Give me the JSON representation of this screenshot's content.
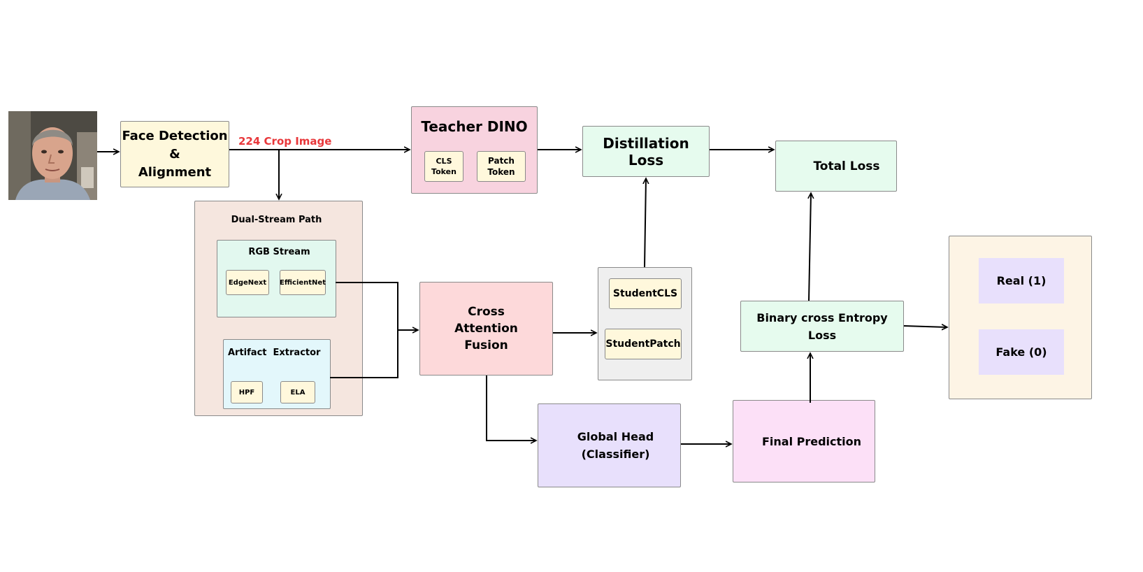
{
  "colors": {
    "face_detection": "#fef8dc",
    "teacher": "#f8d3df",
    "loss_green": "#e6fbee",
    "dual_stream": "#f5e6df",
    "rgb": "#e2f8ef",
    "artifact": "#e3f7fb",
    "token": "#fff8dc",
    "fusion": "#fdd9da",
    "student_group": "#efefef",
    "global_head": "#e8e0fc",
    "final_prediction": "#fce0f7",
    "output_group": "#fdf4e5",
    "label_box": "#e8e0fc",
    "crop_label": "#e8383b"
  },
  "input_photo": {
    "icon": "face-photo"
  },
  "face_detection": {
    "label": "Face Detection\n&\nAlignment"
  },
  "crop_label": "224 Crop Image",
  "teacher": {
    "title": "Teacher DINO",
    "tokens": [
      "CLS\nToken",
      "Patch\nToken"
    ]
  },
  "distillation_loss": "Distillation Loss",
  "total_loss": "Total Loss",
  "dual_stream": {
    "title": "Dual-Stream Path",
    "rgb": {
      "title": "RGB Stream",
      "models": [
        "EdgeNext",
        "EfficientNet"
      ]
    },
    "artifact": {
      "title": "Artifact  Extractor",
      "filters": [
        "HPF",
        "ELA"
      ]
    }
  },
  "fusion": "Cross\nAttention\nFusion",
  "student": {
    "cls": "StudentCLS",
    "patch": "StudentPatch"
  },
  "bce_loss": "Binary cross Entropy\nLoss",
  "global_head": "Global Head\n(Classifier)",
  "final_prediction": "Final Prediction",
  "outputs": {
    "real": "Real (1)",
    "fake": "Fake (0)"
  }
}
